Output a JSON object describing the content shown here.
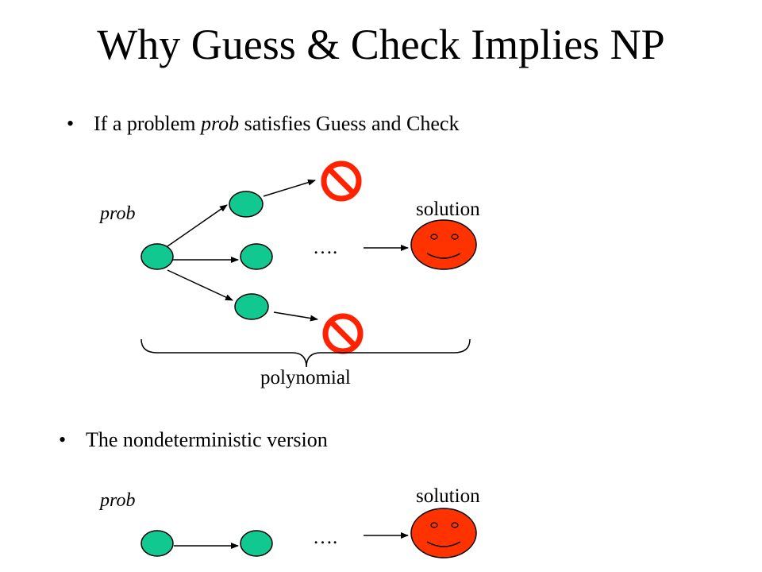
{
  "title": "Why Guess & Check Implies NP",
  "bullets": [
    {
      "symbol": "•",
      "text_before": "If a problem ",
      "text_italic": "prob",
      "text_after": " satisfies Guess and Check"
    },
    {
      "symbol": "•",
      "text": "The nondeterministic version"
    }
  ],
  "diagram_top": {
    "prob_label": "prob",
    "dots": "….",
    "solution_label": "solution",
    "brace_label": "polynomial"
  },
  "diagram_bottom": {
    "prob_label": "prob",
    "dots": "….",
    "solution_label": "solution"
  },
  "colors": {
    "node": "#10c890",
    "smiley": "#ff3300",
    "no_sign": "#ff2200"
  },
  "icons": [
    "no-entry-icon",
    "smiley-face-icon"
  ]
}
